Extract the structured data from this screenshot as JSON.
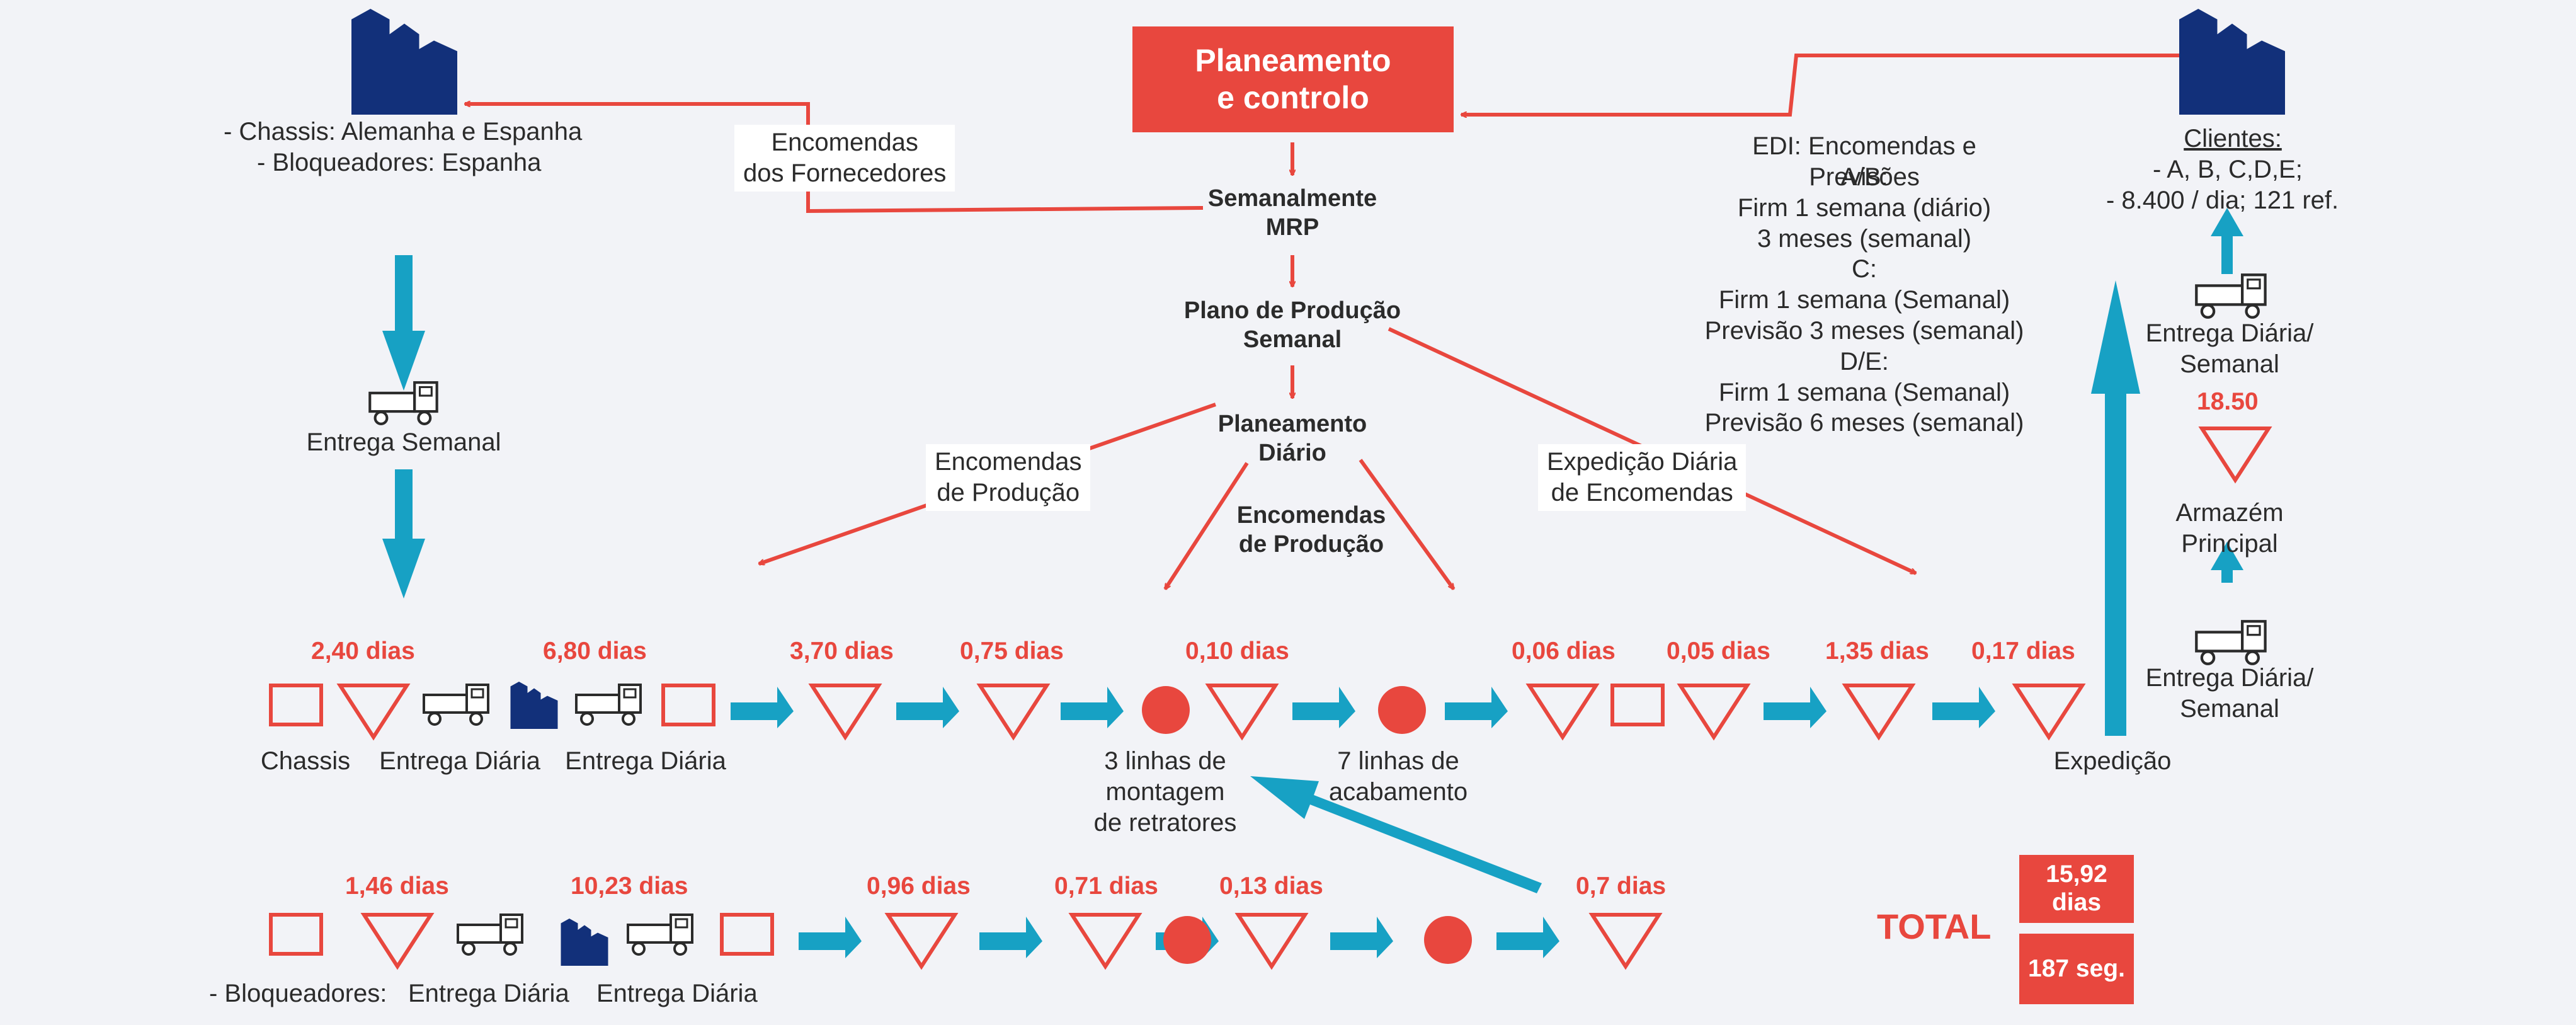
{
  "planning": {
    "title": "Planeamento\ne controlo"
  },
  "mrp": {
    "weekly": "Semanalmente\nMRP",
    "production_plan": "Plano de Produção\nSemanal",
    "daily_plan": "Planeamento\nDiário",
    "orders_center": "Encomendas\nde Produção"
  },
  "supplier": {
    "line1": "- Chassis: Alemanha e Espanha",
    "line2": "- Bloqueadores: Espanha",
    "orders_label": "Encomendas\ndos Fornecedores",
    "delivery_label": "Entrega Semanal"
  },
  "flow_labels": {
    "production_orders_left": "Encomendas\nde Produção",
    "daily_dispatch": "Expedição Diária\nde Encomendas"
  },
  "edi": {
    "title": "EDI: Encomendas e Previsões",
    "lines": [
      "A/B:",
      "Firm 1 semana (diário)",
      "3 meses (semanal)",
      "C:",
      "Firm 1 semana (Semanal)",
      "Previsão 3 meses (semanal)",
      "D/E:",
      "Firm 1 semana (Semanal)",
      "Previsão 6 meses (semanal)"
    ]
  },
  "customers": {
    "title": "Clientes:",
    "line1": "-  A, B, C,D,E;",
    "line2": "-  8.400 / dia; 121 ref.",
    "delivery_top": "Entrega Diária/\nSemanal",
    "stock_value": "18.50",
    "warehouse": "Armazém\nPrincipal",
    "delivery_bottom": "Entrega Diária/\nSemanal"
  },
  "row1": {
    "times": [
      "2,40 dias",
      "6,80 dias",
      "3,70 dias",
      "0,75 dias",
      "0,10 dias",
      "0,06 dias",
      "0,05 dias",
      "1,35 dias",
      "0,17 dias"
    ],
    "labels": {
      "chassis": "Chassis",
      "delivery1": "Entrega Diária",
      "delivery2": "Entrega Diária",
      "assembly": "3 linhas de\nmontagem\nde retratores",
      "finishing": "7 linhas de\nacabamento",
      "shipping": "Expedição"
    }
  },
  "row2": {
    "times": [
      "1,46 dias",
      "10,23 dias",
      "0,96 dias",
      "0,71 dias",
      "0,13 dias",
      "0,7 dias"
    ],
    "labels": {
      "blockers": "- Bloqueadores:",
      "delivery1": "Entrega Diária",
      "delivery2": "Entrega Diária"
    }
  },
  "total": {
    "label": "TOTAL",
    "days": "15,92\ndias",
    "seconds": "187 seg."
  },
  "colors": {
    "red": "#e8473e",
    "blue": "#17a1c4",
    "navy": "#12307a",
    "text": "#2b2b2b",
    "background": "#f2f3f7"
  },
  "icons": [
    "factory-icon",
    "truck-icon",
    "inventory-triangle-icon",
    "process-box-icon",
    "process-circle-icon",
    "push-arrow-icon"
  ]
}
